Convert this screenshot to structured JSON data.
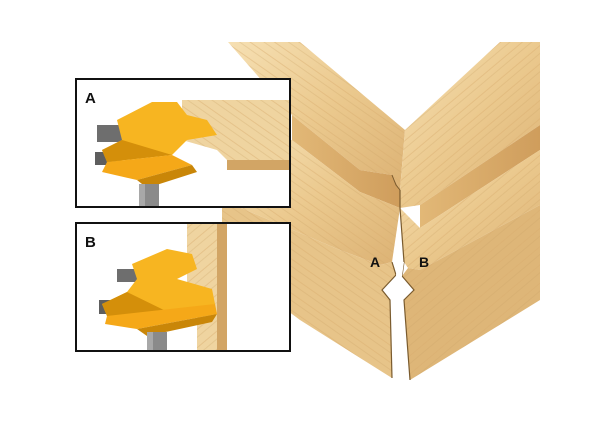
{
  "labels": {
    "inset_a": "A",
    "inset_b": "B",
    "joint_a": "A",
    "joint_b": "B"
  },
  "colors": {
    "wood_light": "#f3d9a8",
    "wood_mid": "#e5bf83",
    "wood_dark": "#c99a5b",
    "end_grain": "#d6a865",
    "cutter_yellow": "#f7b521",
    "cutter_shadow": "#d48f0a",
    "blade_steel": "#6e6e6e",
    "shank": "#8a8a8a",
    "frame": "#111111"
  },
  "icons": {
    "cutter": "lock-miter-router-bit-icon",
    "board": "wood-board-icon"
  }
}
